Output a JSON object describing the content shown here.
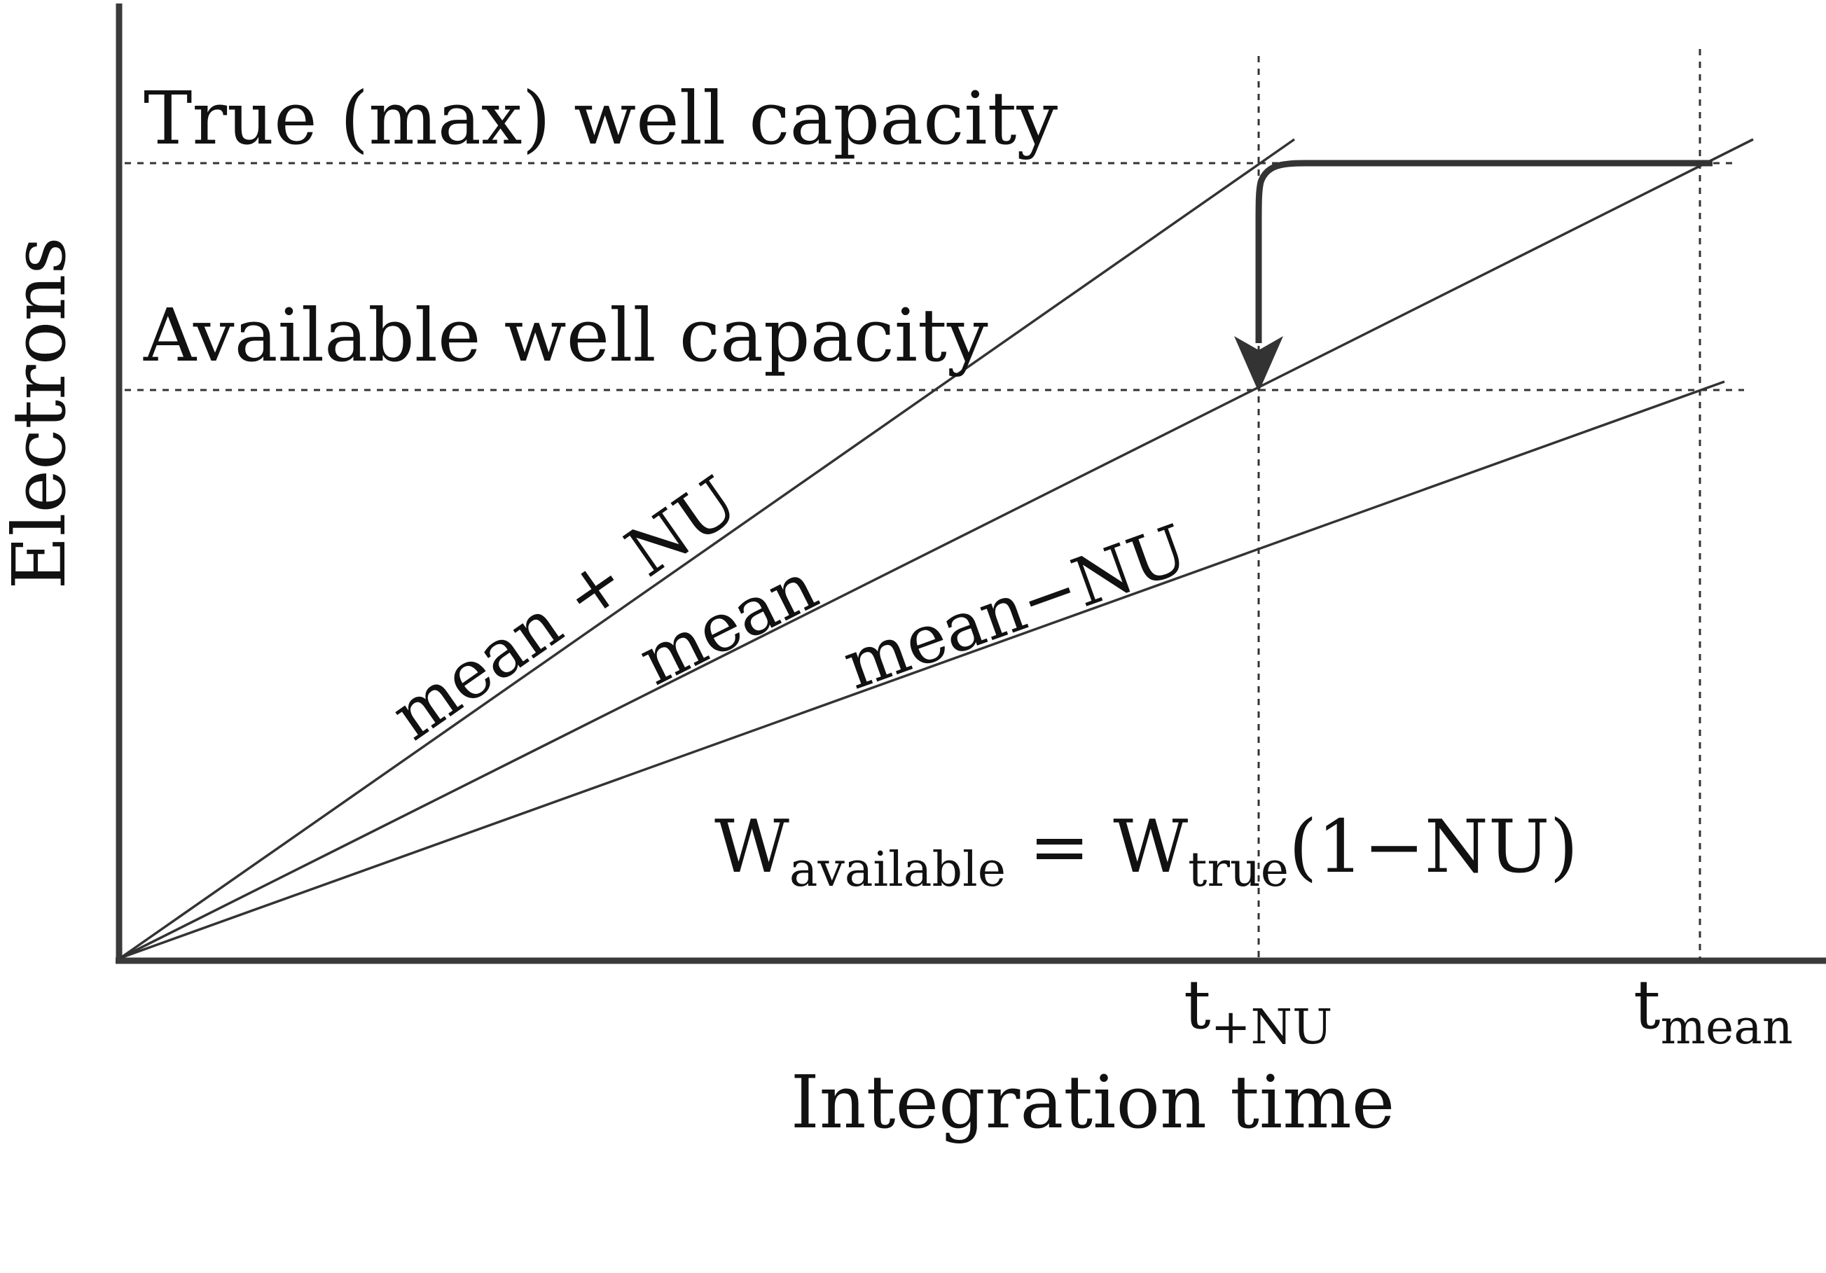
{
  "labels": {
    "y_axis": "Electrons",
    "x_axis": "Integration time",
    "true_capacity": "True (max) well capacity",
    "available_capacity": "Available well capacity",
    "ray_plus": "mean + NU",
    "ray_mean": "mean",
    "ray_minus": "mean−NU",
    "tick_plus_base": "t",
    "tick_plus_sub": "+NU",
    "tick_mean_base": "t",
    "tick_mean_sub": "mean"
  },
  "formula": {
    "lhs": "W",
    "lhs_sub": "available",
    "equals": " = ",
    "rhs": "W",
    "rhs_sub": "true",
    "rhs_tail": "(1−NU)"
  },
  "colors": {
    "axis": "#3a3a3a",
    "line": "#333333"
  }
}
